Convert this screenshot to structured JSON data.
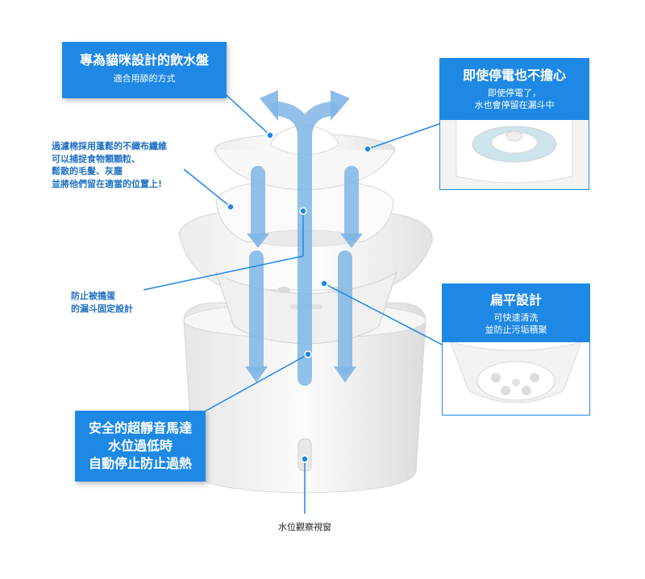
{
  "callouts": {
    "designed_for_cats": {
      "title": "專為貓咪設計的飲水盤",
      "subtitle": "適合用舔的方式"
    },
    "filter": {
      "lines": [
        "過濾棉採用蓬鬆的不織布纖維",
        "可以捕捉食物類顆粒、",
        "鬆散的毛髮、灰塵",
        "並將他們留在適當的位置上!"
      ]
    },
    "anti_tamper": {
      "lines": [
        "防止被搗蛋",
        "的漏斗固定設計"
      ]
    },
    "power_outage": {
      "title": "即使停電也不擔心",
      "lines": [
        "即使停電了，",
        "水也會停留在漏斗中"
      ]
    },
    "flat_design": {
      "title": "扁平設計",
      "lines": [
        "可快速清洗",
        "並防止污垢積聚"
      ]
    },
    "motor": {
      "lines": [
        "安全的超靜音馬達",
        "水位過低時",
        "自動停止防止過熱"
      ]
    },
    "water_window": {
      "label": "水位觀察視窗"
    }
  },
  "colors": {
    "accent": "#1e88e5",
    "arrow": "#7fb6e6",
    "product": "#f1f1f1"
  }
}
